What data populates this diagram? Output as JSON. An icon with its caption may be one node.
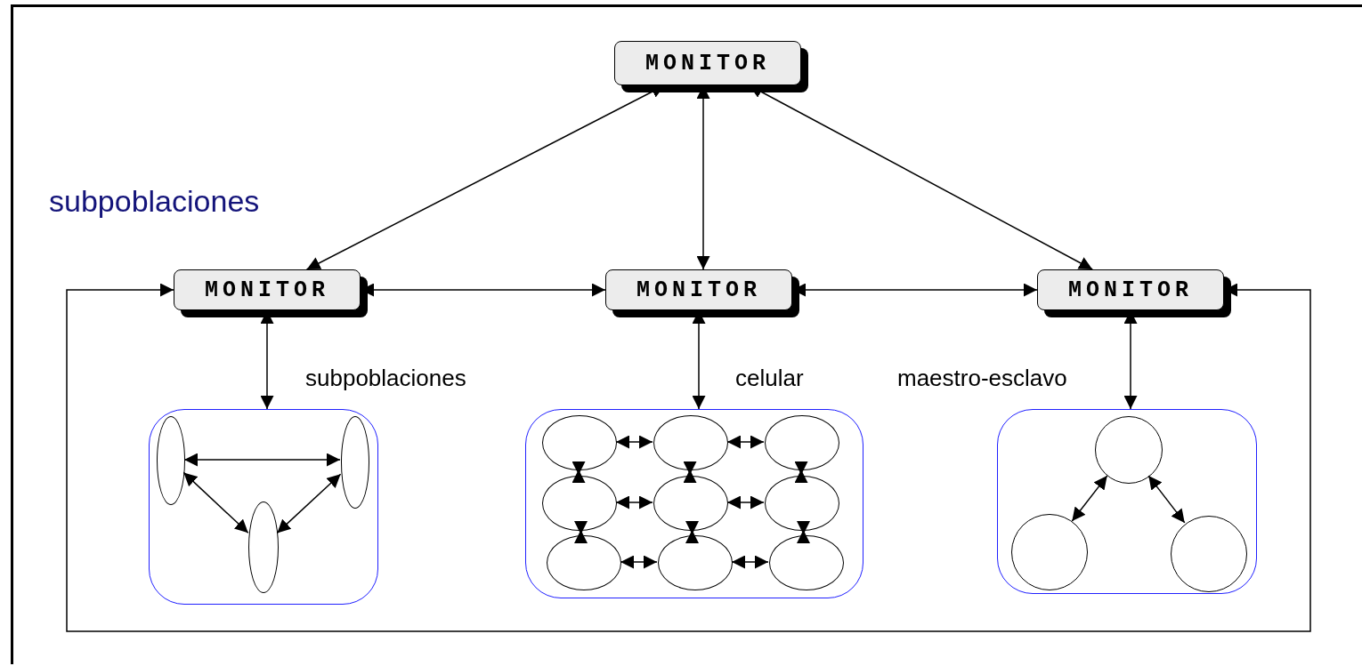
{
  "diagram": {
    "nodes": [
      {
        "text": [
          "MONITOR"
        ]
      },
      {
        "text": [
          "MONITOR"
        ]
      },
      {
        "text": [
          "MONITOR"
        ]
      },
      {
        "text": [
          "MONITOR"
        ]
      },
      {
        "text": [],
        "shape": "box"
      },
      {
        "text": [],
        "shape": "ellipse",
        "in": 4
      },
      {
        "text": [],
        "shape": "ellipse",
        "in": 4
      },
      {
        "text": [],
        "shape": "ellipse",
        "in": 4
      },
      {
        "text": [],
        "shape": "box"
      },
      {
        "text": [],
        "shape": "ellipse",
        "in": 8
      },
      {
        "text": [],
        "shape": "ellipse",
        "in": 8
      },
      {
        "text": [],
        "shape": "ellipse",
        "in": 8
      },
      {
        "text": [],
        "shape": "ellipse",
        "in": 8
      },
      {
        "text": [],
        "shape": "ellipse",
        "in": 8
      },
      {
        "text": [],
        "shape": "ellipse",
        "in": 8
      },
      {
        "text": [],
        "shape": "ellipse",
        "in": 8
      },
      {
        "text": [],
        "shape": "ellipse",
        "in": 8
      },
      {
        "text": [],
        "shape": "ellipse",
        "in": 8
      },
      {
        "text": [],
        "shape": "box"
      },
      {
        "text": [],
        "shape": "circle",
        "in": 18
      },
      {
        "text": [],
        "shape": "circle",
        "in": 18
      },
      {
        "text": [],
        "shape": "circle",
        "in": 18
      }
    ],
    "edges": [
      {
        "from": 0,
        "to": 1,
        "arrow": "both"
      },
      {
        "from": 0,
        "to": 2,
        "arrow": "both"
      },
      {
        "from": 0,
        "to": 3,
        "arrow": "both"
      },
      {
        "from": 1,
        "to": 2,
        "arrow": "both"
      },
      {
        "from": 2,
        "to": 3,
        "arrow": "both"
      },
      {
        "from": 1,
        "to": 3,
        "arrow": "both"
      },
      {
        "from": 1,
        "to": 4,
        "arrow": "both"
      },
      {
        "from": 2,
        "to": 8,
        "arrow": "both"
      },
      {
        "from": 3,
        "to": 18,
        "arrow": "both"
      },
      {
        "from": 5,
        "to": 6,
        "arrow": "both"
      },
      {
        "from": 5,
        "to": 7,
        "arrow": "both"
      },
      {
        "from": 6,
        "to": 7,
        "arrow": "both"
      },
      {
        "from": 9,
        "to": 10,
        "arrow": "both"
      },
      {
        "from": 10,
        "to": 11,
        "arrow": "both"
      },
      {
        "from": 12,
        "to": 13,
        "arrow": "both"
      },
      {
        "from": 13,
        "to": 14,
        "arrow": "both"
      },
      {
        "from": 15,
        "to": 16,
        "arrow": "both"
      },
      {
        "from": 16,
        "to": 17,
        "arrow": "both"
      },
      {
        "from": 9,
        "to": 12,
        "arrow": "both"
      },
      {
        "from": 10,
        "to": 13,
        "arrow": "both"
      },
      {
        "from": 11,
        "to": 14,
        "arrow": "both"
      },
      {
        "from": 12,
        "to": 15,
        "arrow": "both"
      },
      {
        "from": 13,
        "to": 16,
        "arrow": "both"
      },
      {
        "from": 14,
        "to": 17,
        "arrow": "both"
      },
      {
        "from": 19,
        "to": 20,
        "arrow": "both"
      },
      {
        "from": 19,
        "to": 21,
        "arrow": "both"
      }
    ],
    "labels": [
      "subpoblaciones",
      "subpoblaciones",
      "celular",
      "maestro-esclavo"
    ]
  }
}
